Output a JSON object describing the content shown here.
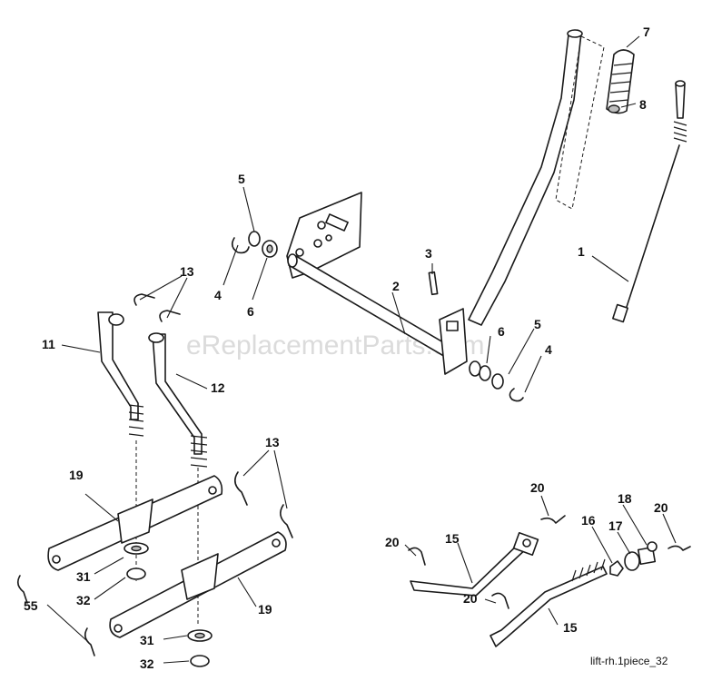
{
  "watermark": "eReplacementParts.com",
  "footer_code": "lift-rh.1piece_32",
  "callouts": {
    "c1": "1",
    "c2": "2",
    "c3": "3",
    "c4a": "4",
    "c4b": "4",
    "c5a": "5",
    "c5b": "5",
    "c6a": "6",
    "c6b": "6",
    "c7": "7",
    "c8": "8",
    "c11": "11",
    "c12": "12",
    "c13a": "13",
    "c13b": "13",
    "c15a": "15",
    "c15b": "15",
    "c16": "16",
    "c17": "17",
    "c18": "18",
    "c19a": "19",
    "c19b": "19",
    "c20a": "20",
    "c20b": "20",
    "c20c": "20",
    "c20d": "20",
    "c31a": "31",
    "c31b": "31",
    "c32a": "32",
    "c32b": "32",
    "c55": "55"
  }
}
